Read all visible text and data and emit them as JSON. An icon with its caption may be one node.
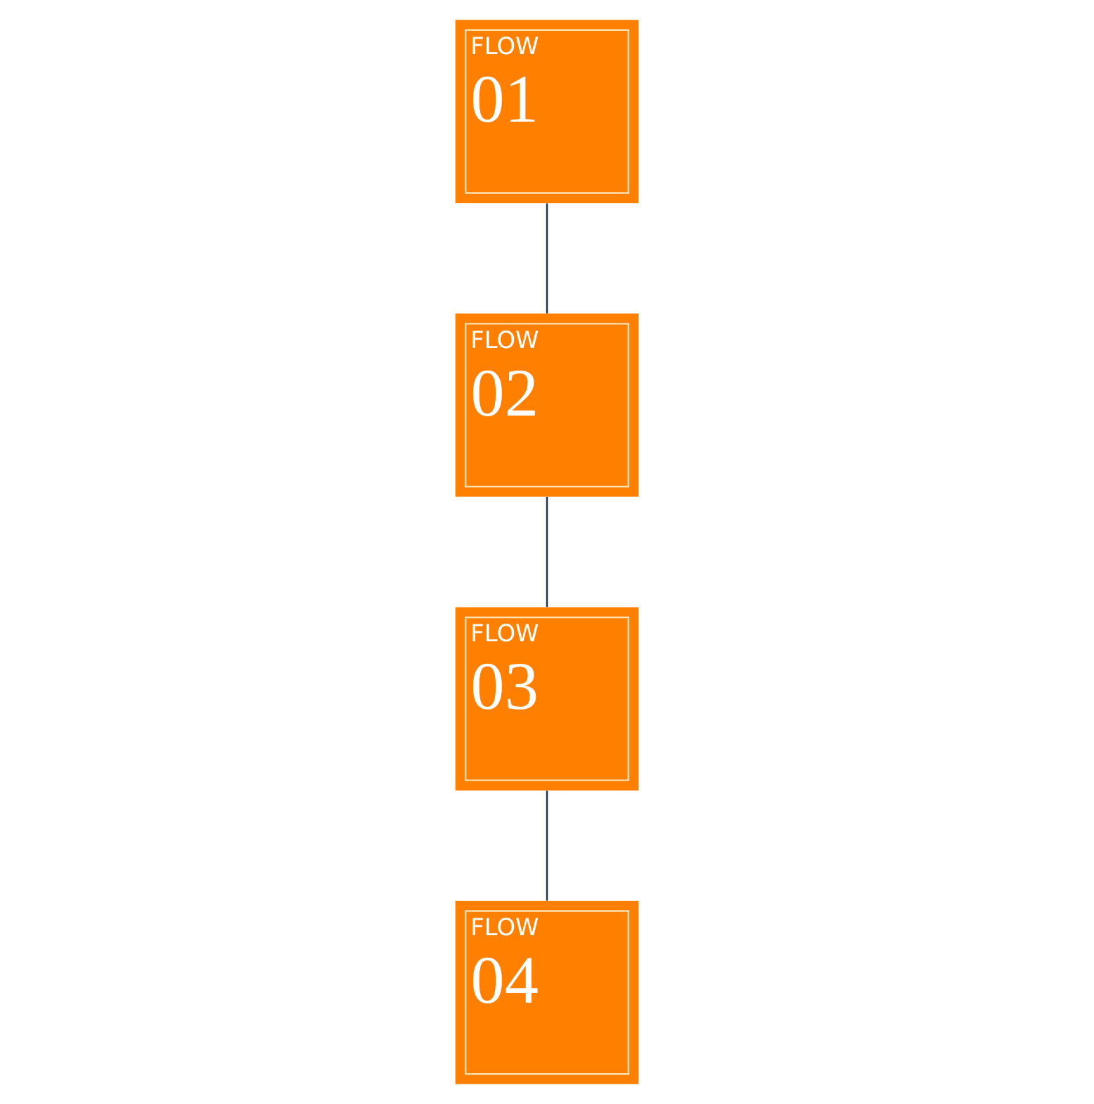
{
  "diagram": {
    "nodes": [
      {
        "text": [
          "FLOW",
          "01"
        ]
      },
      {
        "text": [
          "FLOW",
          "02"
        ]
      },
      {
        "text": [
          "FLOW",
          "03"
        ]
      },
      {
        "text": [
          "FLOW",
          "04"
        ]
      }
    ],
    "edges": [
      {
        "from": 0,
        "to": 1,
        "arrow": "none"
      },
      {
        "from": 1,
        "to": 2,
        "arrow": "none"
      },
      {
        "from": 2,
        "to": 3,
        "arrow": "none"
      }
    ]
  }
}
